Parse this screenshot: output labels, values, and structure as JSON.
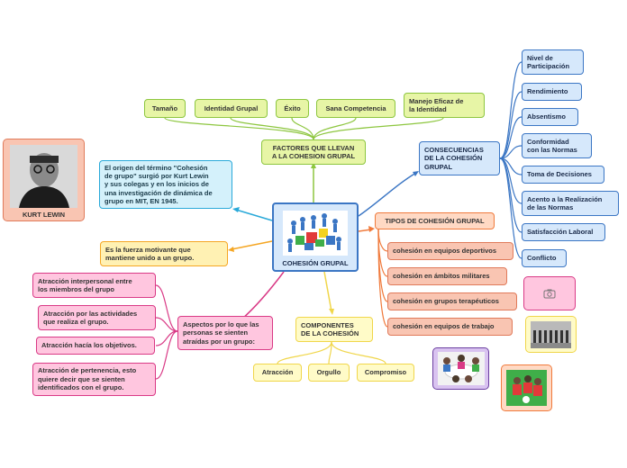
{
  "central": {
    "label": "COHESIÓN GRUPAL"
  },
  "factors": {
    "title": "FACTORES QUE LLEVAN\nA LA COHESION GRUPAL",
    "items": [
      "Tamaño",
      "Identidad Grupal",
      "Éxito",
      "Sana Competencia",
      "Manejo Eficaz de\nla Identidad"
    ]
  },
  "consequences": {
    "title": "CONSECUENCIAS\nDE LA COHESIÓN\nGRUPAL",
    "items": [
      "Nivel de\nParticipación",
      "Rendimiento",
      "Absentismo",
      "Conformidad\ncon las Normas",
      "Toma de Decisiones",
      "Acento a la Realización\nde las Normas",
      "Satisfacción Laboral",
      "Conflicto"
    ]
  },
  "types": {
    "title": "TIPOS DE COHESIÓN GRUPAL",
    "items": [
      "cohesión en equipos deportivos",
      "cohesión en ámbitos militares",
      "cohesión en grupos terapéuticos",
      "cohesión en equipos de trabajo"
    ]
  },
  "components": {
    "title": "COMPONENTES\nDE LA COHESIÓN",
    "items": [
      "Atracción",
      "Orgullo",
      "Compromiso"
    ]
  },
  "aspects": {
    "title": "Aspectos por lo que las\npersonas se sienten\natraídas por un grupo:",
    "items": [
      "Atracción interpersonal entre\nlos miembros del grupo",
      "Atracción por las actividades\nque realiza el grupo.",
      "Atracción hacía los objetivos.",
      "Atracción de pertenencia, esto\nquiere decir que se sienten\nidentificados con el grupo."
    ]
  },
  "origin": "El origen del término \"Cohesión\nde grupo\" surgió por Kurt Lewin\ny sus colegas y en los inicios de\nuna investigación de dinámica de\ngrupo en MIT, EN 1945.",
  "definition": "Es la fuerza motivante que\nmantiene unido a un grupo.",
  "portrait": {
    "caption": "KURT LEWIN"
  },
  "colors": {
    "green": "#8dc63f",
    "blue": "#3b76c4",
    "cyan": "#29a9d9",
    "yellow": "#f5a623",
    "pink": "#d93a86",
    "orange": "#f07a3c",
    "lyellow": "#f0d64a"
  }
}
